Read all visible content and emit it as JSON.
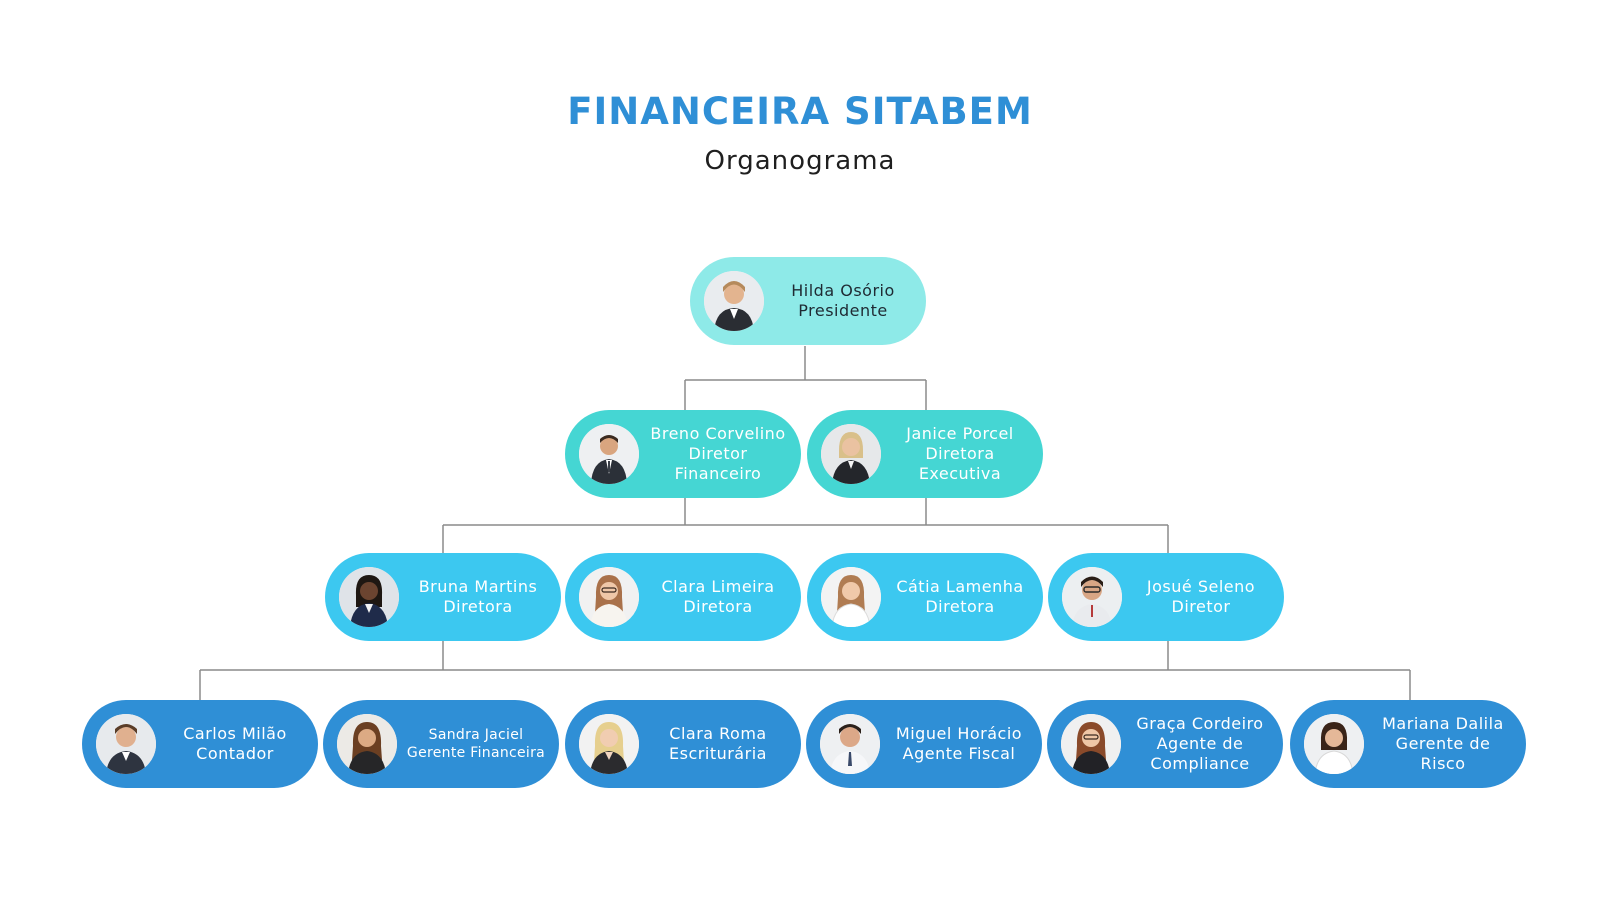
{
  "header": {
    "title": "FINANCEIRA SITABEM",
    "subtitle": "Organograma"
  },
  "colors": {
    "title": "#2f8fd6",
    "level_0": "#8eeae8",
    "level_1": "#45d6d3",
    "level_2": "#3cc8f0",
    "level_3": "#2f8fd6",
    "connector": "#8a8a8a"
  },
  "chart": {
    "president": {
      "name": "Hilda Osório",
      "role": "Presidente"
    },
    "directors": [
      {
        "name": "Breno Corvelino",
        "role_line1": "Diretor",
        "role_line2": "Financeiro"
      },
      {
        "name": "Janice Porcel",
        "role_line1": "Diretora",
        "role_line2": "Executiva"
      }
    ],
    "managers": [
      {
        "name": "Bruna Martins",
        "role": "Diretora"
      },
      {
        "name": "Clara Limeira",
        "role": "Diretora"
      },
      {
        "name": "Cátia Lamenha",
        "role": "Diretora"
      },
      {
        "name": "Josué Seleno",
        "role": "Diretor"
      }
    ],
    "staff": [
      {
        "name": "Carlos Milão",
        "role": "Contador"
      },
      {
        "name": "Sandra Jaciel",
        "role": "Gerente Financeira"
      },
      {
        "name": "Clara Roma",
        "role": "Escriturária"
      },
      {
        "name": "Miguel Horácio",
        "role": "Agente Fiscal"
      },
      {
        "name": "Graça Cordeiro",
        "role_line1": "Agente de",
        "role_line2": "Compliance"
      },
      {
        "name": "Mariana Dalila",
        "role": "Gerente de Risco"
      }
    ]
  }
}
